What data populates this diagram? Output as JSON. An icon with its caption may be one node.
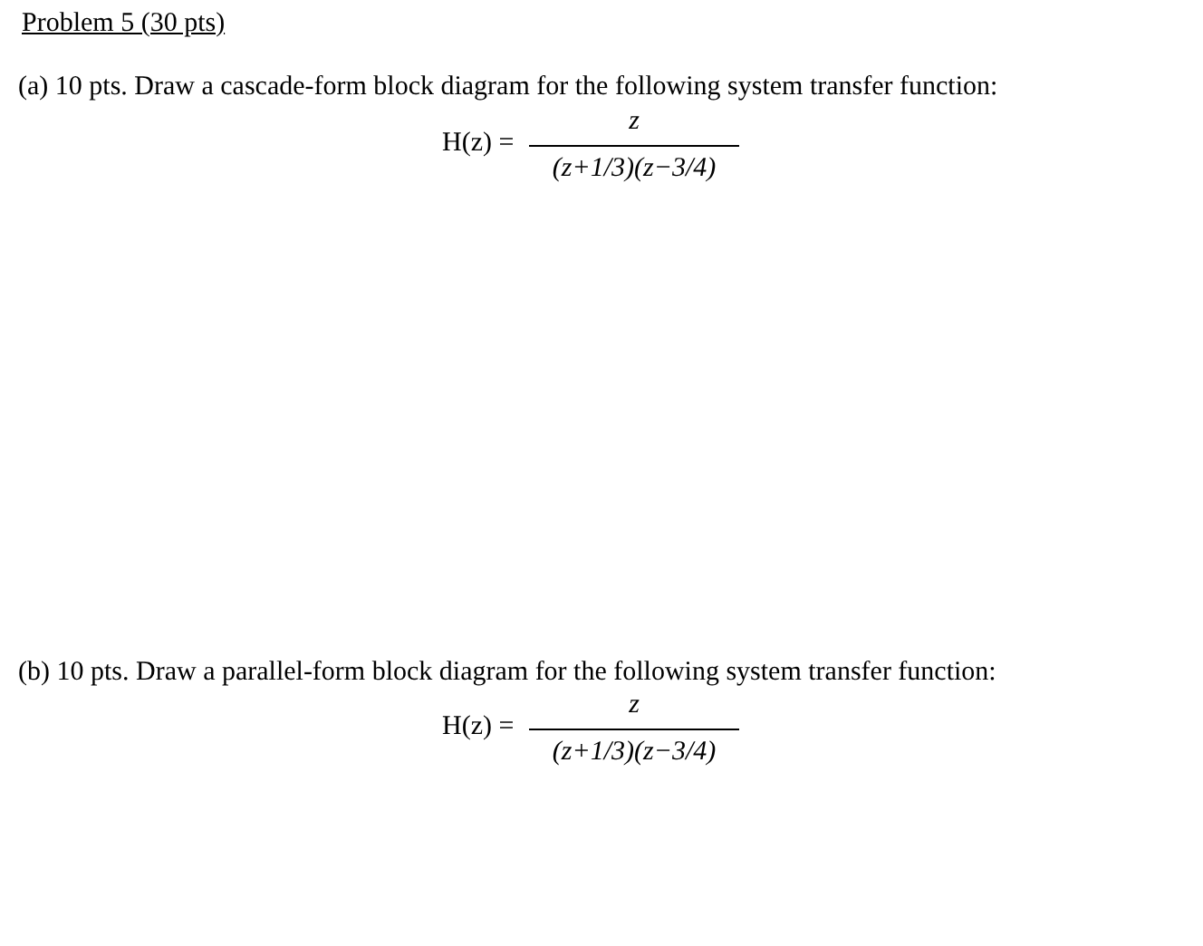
{
  "diagram": {
    "title": "Problem 5 (30 pts)",
    "labels": [
      "(a) 10 pts. Draw a cascade-form block diagram for the following system transfer function:",
      "H(z) =",
      "z",
      "(z+1/3)(z−3/4)",
      "(b) 10 pts. Draw a parallel-form block diagram for the following system transfer function:",
      "H(z) =",
      "z",
      "(z+1/3)(z−3/4)"
    ]
  }
}
